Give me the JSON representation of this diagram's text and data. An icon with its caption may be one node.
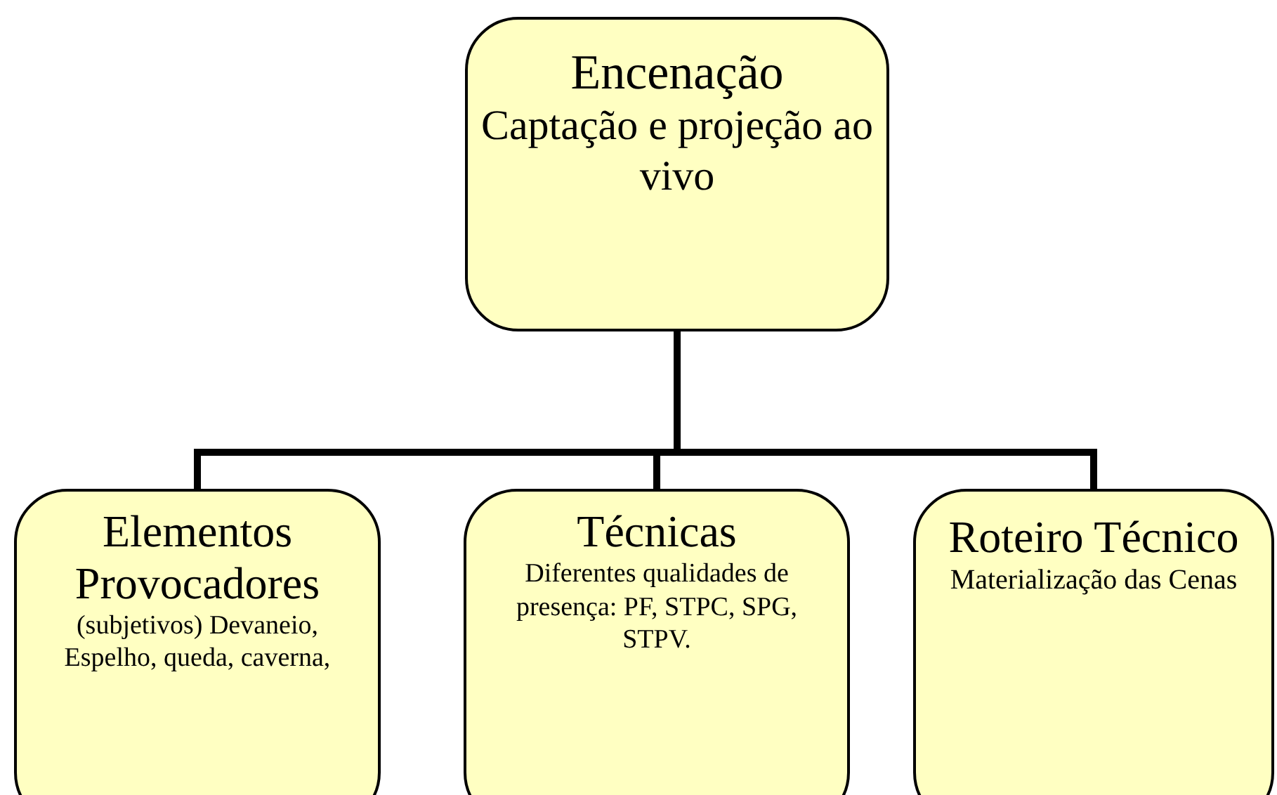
{
  "diagram": {
    "nodes": [
      {
        "text": [
          "Encenação",
          "Captação e projeção ao vivo"
        ]
      },
      {
        "text": [
          "Elementos Provocadores",
          "(subjetivos) Devaneio, Espelho, queda, caverna,"
        ]
      },
      {
        "text": [
          "Técnicas",
          "Diferentes qualidades de presença: PF, STPC, SPG, STPV."
        ]
      },
      {
        "text": [
          "Roteiro Técnico",
          "Materialização das Cenas"
        ]
      }
    ],
    "edges": [
      {
        "from": 0,
        "to": 1,
        "arrow": "none"
      },
      {
        "from": 0,
        "to": 2,
        "arrow": "none"
      },
      {
        "from": 0,
        "to": 3,
        "arrow": "none"
      }
    ]
  }
}
